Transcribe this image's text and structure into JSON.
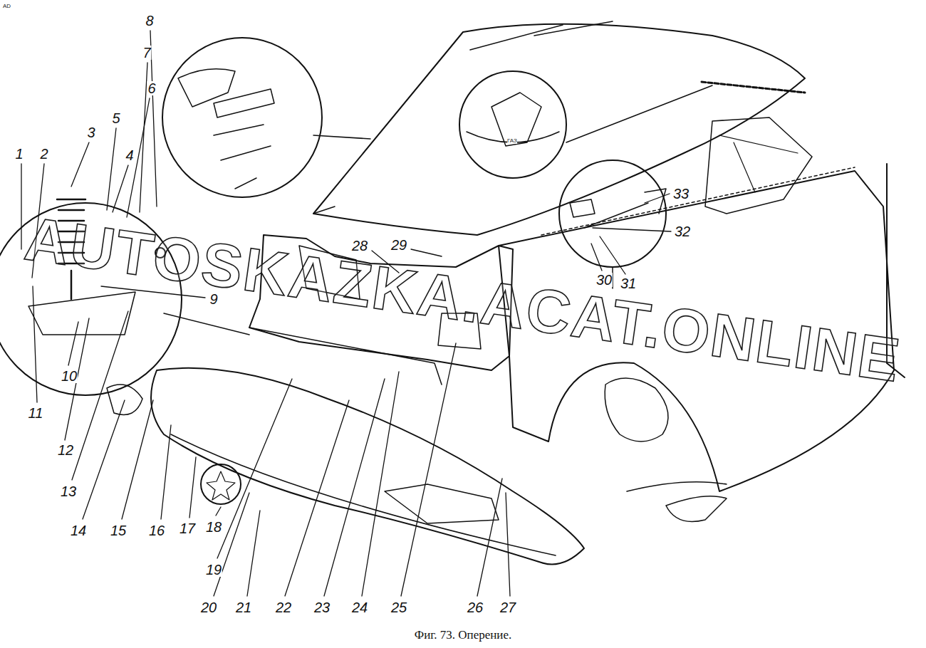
{
  "diagram": {
    "caption": "Фиг. 73. Оперение.",
    "labels": [
      "AD",
      "1",
      "2",
      "3",
      "4",
      "5",
      "6",
      "7",
      "8",
      "9",
      "10",
      "11",
      "12",
      "13",
      "14",
      "15",
      "16",
      "17",
      "18",
      "19",
      "20",
      "21",
      "22",
      "23",
      "24",
      "25",
      "26",
      "27",
      "28",
      "29",
      "30",
      "31",
      "32",
      "33",
      "ГАЗ",
      "AUTOSKAZKA.ACAT.ONLINE"
    ]
  }
}
